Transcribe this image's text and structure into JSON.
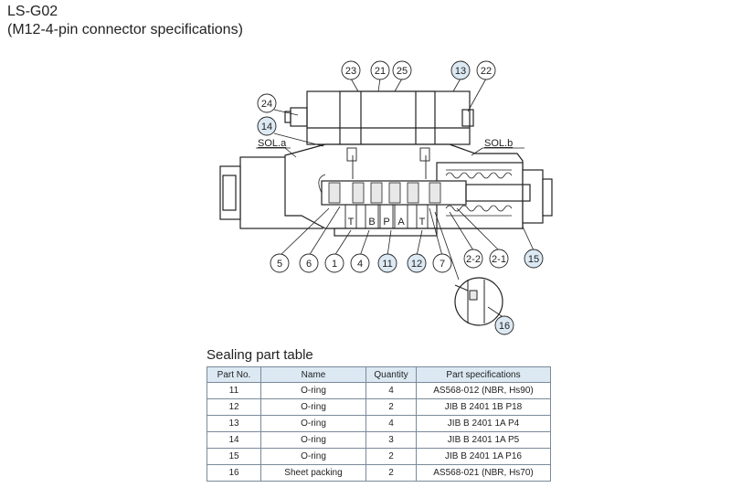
{
  "header": {
    "model": "LS-G02",
    "subtitle": "(M12-4-pin connector specifications)"
  },
  "diagram": {
    "sol_a": "SOL.a",
    "sol_b": "SOL.b",
    "ports": [
      "T",
      "B",
      "P",
      "A",
      "T"
    ],
    "callouts": [
      {
        "label": "23",
        "highlight": false
      },
      {
        "label": "21",
        "highlight": false
      },
      {
        "label": "25",
        "highlight": false
      },
      {
        "label": "13",
        "highlight": true
      },
      {
        "label": "22",
        "highlight": false
      },
      {
        "label": "24",
        "highlight": false
      },
      {
        "label": "14",
        "highlight": true
      },
      {
        "label": "5",
        "highlight": false
      },
      {
        "label": "6",
        "highlight": false
      },
      {
        "label": "1",
        "highlight": false
      },
      {
        "label": "4",
        "highlight": false
      },
      {
        "label": "11",
        "highlight": true
      },
      {
        "label": "12",
        "highlight": true
      },
      {
        "label": "7",
        "highlight": false
      },
      {
        "label": "2-2",
        "highlight": false
      },
      {
        "label": "2-1",
        "highlight": false
      },
      {
        "label": "15",
        "highlight": true
      },
      {
        "label": "16",
        "highlight": true
      }
    ],
    "colors": {
      "highlight_fill": "#dce9f3",
      "line": "#222222",
      "body_fill": "#ffffff"
    }
  },
  "sealing_table": {
    "title": "Sealing part table",
    "columns": [
      "Part No.",
      "Name",
      "Quantity",
      "Part specifications"
    ],
    "rows": [
      [
        "11",
        "O-ring",
        "4",
        "AS568-012 (NBR, Hs90)"
      ],
      [
        "12",
        "O-ring",
        "2",
        "JIB B 2401 1B P18"
      ],
      [
        "13",
        "O-ring",
        "4",
        "JIB B 2401 1A P4"
      ],
      [
        "14",
        "O-ring",
        "3",
        "JIB B 2401 1A P5"
      ],
      [
        "15",
        "O-ring",
        "2",
        "JIB B 2401 1A P16"
      ],
      [
        "16",
        "Sheet packing",
        "2",
        "AS568-021 (NBR, Hs70)"
      ]
    ],
    "header_color": "#dce9f3"
  }
}
